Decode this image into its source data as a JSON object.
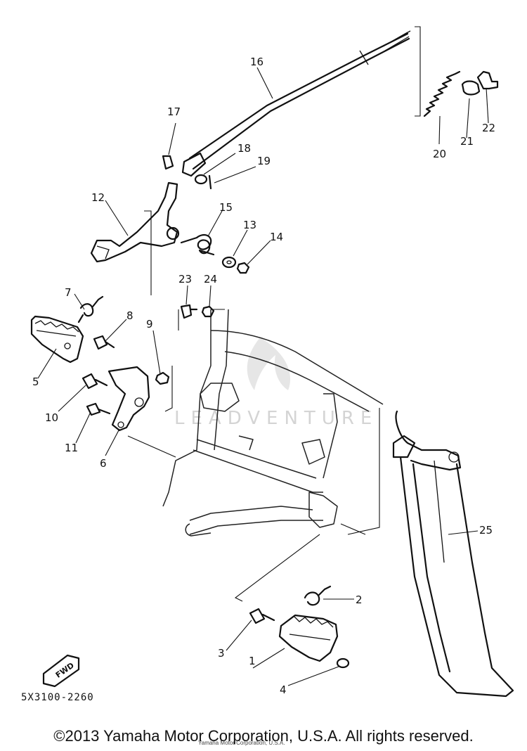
{
  "callouts": [
    "1",
    "2",
    "3",
    "4",
    "5",
    "6",
    "7",
    "8",
    "9",
    "10",
    "11",
    "12",
    "13",
    "14",
    "15",
    "16",
    "17",
    "18",
    "19",
    "20",
    "21",
    "22",
    "23",
    "24",
    "25"
  ],
  "watermark": "LEADVENTURE",
  "fwd_label": "FWD",
  "diagram_code": "5X3100-2260",
  "copyright": "©2013 Yamaha Motor Corporation, U.S.A. All rights reserved.",
  "small_note": "Yamaha Motor Corporation, U.S.A."
}
